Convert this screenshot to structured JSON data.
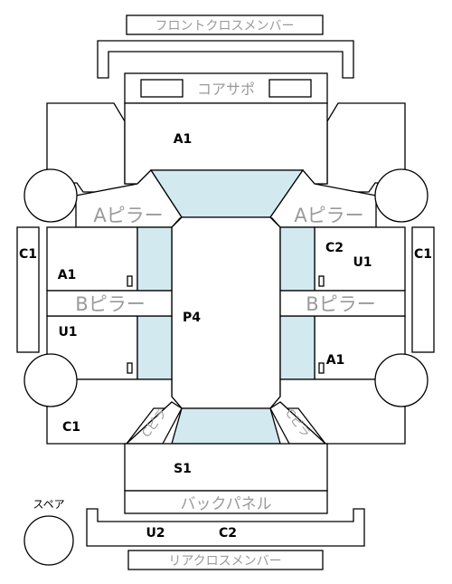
{
  "diagram": {
    "parts": {
      "front_cross_member": "フロントクロスメンバー",
      "core_support": "コアサポ",
      "a_pillar_left": "Aピラー",
      "a_pillar_right": "Aピラー",
      "b_pillar_left": "Bピラー",
      "b_pillar_right": "Bピラー",
      "c_pillar_left": "Cピラ",
      "c_pillar_right": "Cピラ",
      "back_panel": "バックパネル",
      "rear_cross_member": "リアクロスメンバー",
      "spare": "スペア"
    },
    "codes": {
      "hood": "A1",
      "roof": "P4",
      "trunk": "S1",
      "left_a1": "A1",
      "left_u1": "U1",
      "left_c1_side": "C1",
      "left_c1_rear": "C1",
      "right_c2": "C2",
      "right_u1": "U1",
      "right_c1_side": "C1",
      "right_a1": "A1",
      "rear_u2": "U2",
      "rear_c2": "C2"
    }
  }
}
